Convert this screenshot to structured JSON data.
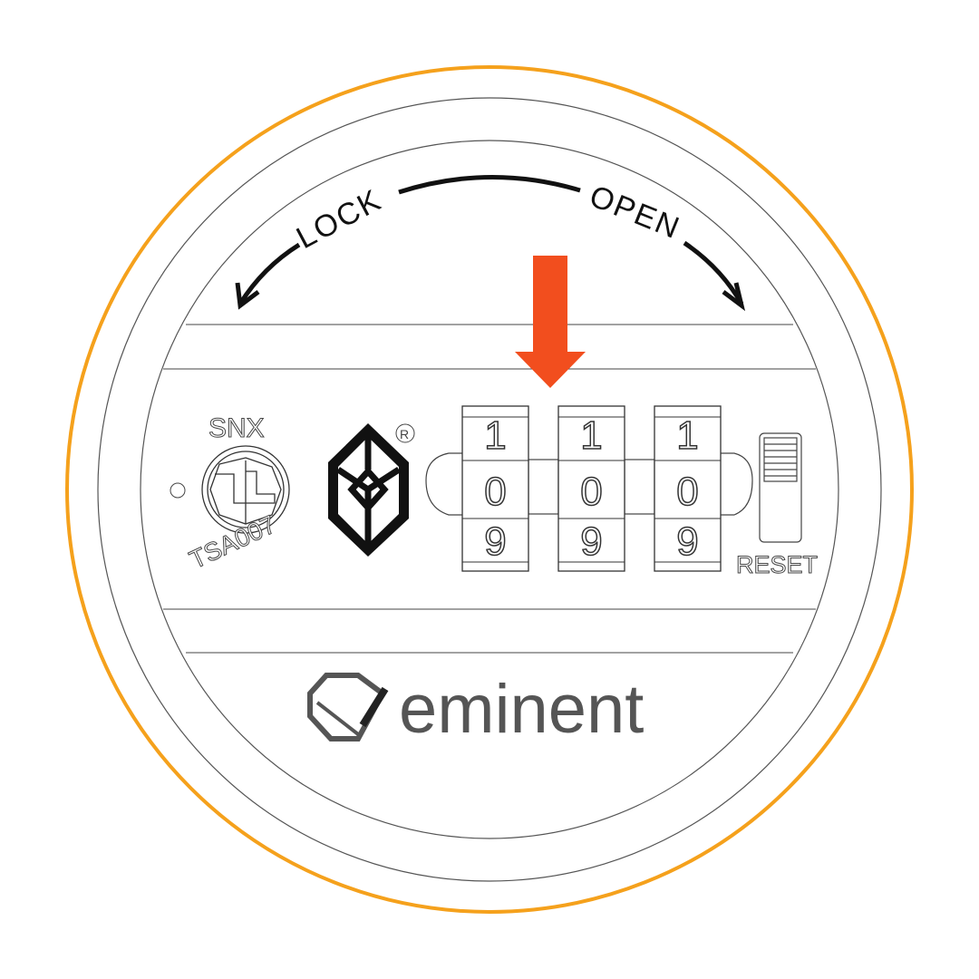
{
  "colors": {
    "outer_ring": "#f5a11c",
    "arrow": "#f24e1e",
    "line": "#333333"
  },
  "dial": {
    "lock_label": "LOCK",
    "open_label": "OPEN"
  },
  "tsa": {
    "brand": "SNX",
    "code": "TSA007"
  },
  "registered_mark": "R",
  "wheels": [
    {
      "above": "1",
      "current": "0",
      "below": "9"
    },
    {
      "above": "1",
      "current": "0",
      "below": "9"
    },
    {
      "above": "1",
      "current": "0",
      "below": "9"
    }
  ],
  "reset_label": "RESET",
  "brand_logo": "eminent"
}
